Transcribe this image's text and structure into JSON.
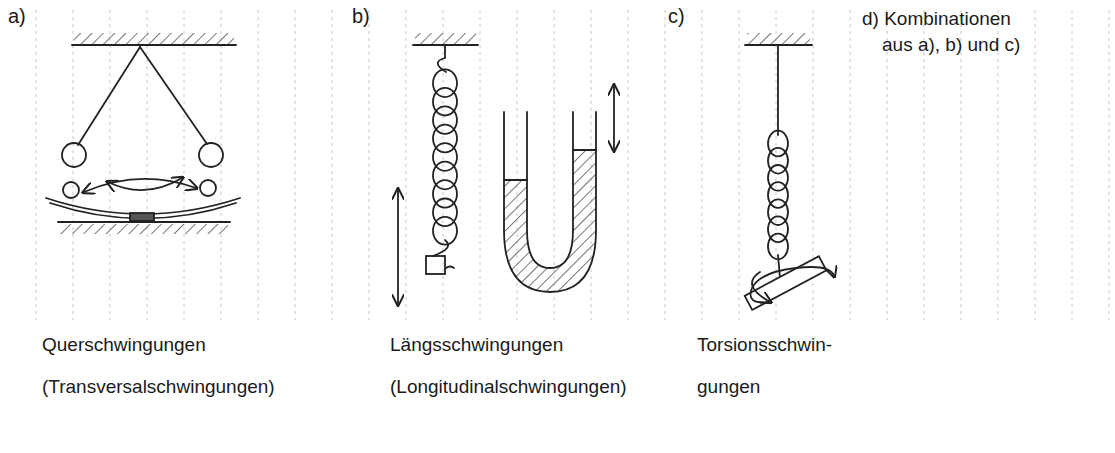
{
  "diagram": {
    "labels": [
      "a)",
      "b)",
      "c)",
      "d) Kombinationen",
      "aus a), b) und c)",
      "Querschwingungen",
      "(Transversalschwingungen)",
      "Längsschwingungen",
      "(Longitudinalschwingungen)",
      "Torsionsschwin-",
      "gungen"
    ]
  }
}
